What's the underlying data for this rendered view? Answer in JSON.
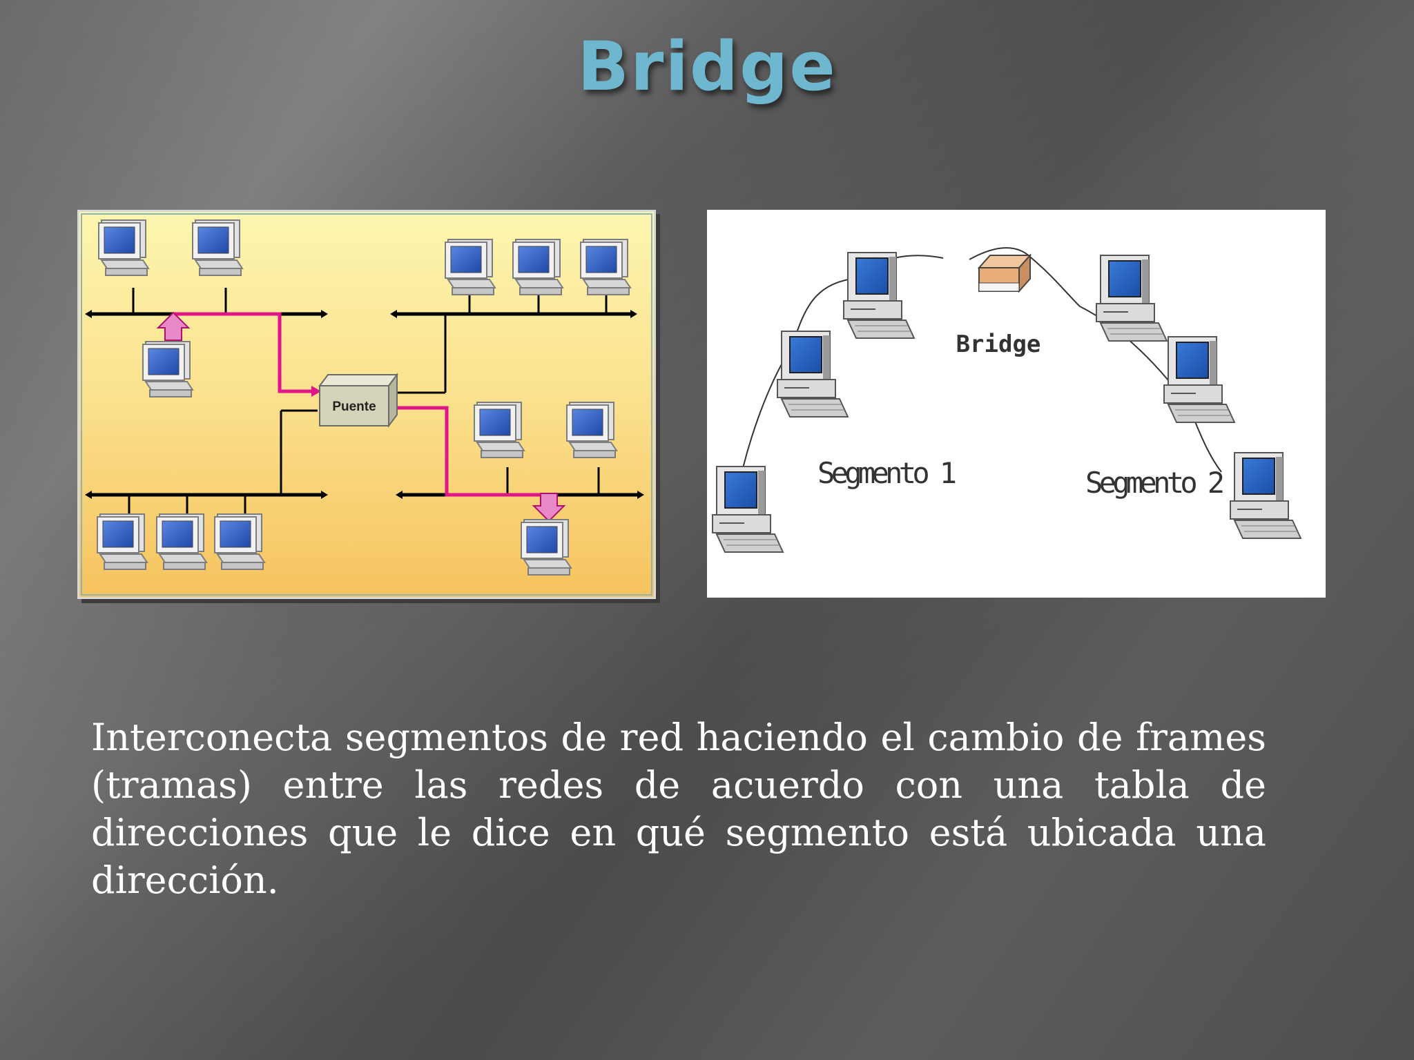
{
  "slide": {
    "title": "Bridge",
    "body": "Interconecta segmentos de red haciendo el cambio de frames (tramas) entre las redes de acuerdo con una tabla de direcciones que le dice en qué segmento está ubicada una dirección."
  },
  "left_diagram": {
    "bridge_label": "Puente"
  },
  "right_diagram": {
    "bridge_label": "Bridge",
    "segment1_label": "Segmento 1",
    "segment2_label": "Segmento 2"
  },
  "colors": {
    "title": "#6fb7cf",
    "highlight_path": "#e0158a",
    "monitor_screen": "#2f5fc4",
    "yellow_background": "#fdf3a9"
  },
  "icons": [
    "computer-icon",
    "bridge-device-icon",
    "arrow-up-icon",
    "arrow-down-icon"
  ]
}
